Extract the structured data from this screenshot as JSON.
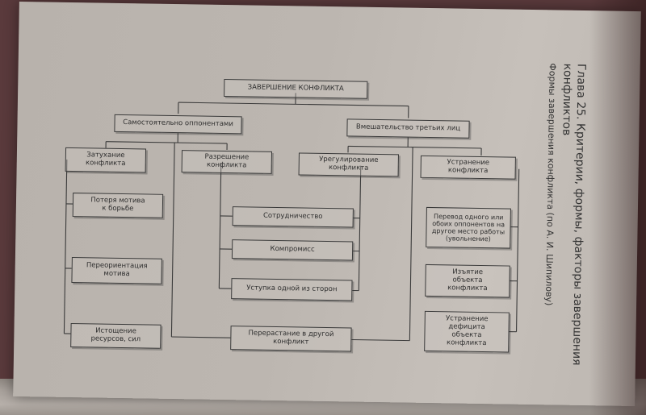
{
  "heading": {
    "title_line1": "Глава 25. Критерии, формы, факторы завершения",
    "title_line2": "конфликтов",
    "caption": "Формы завершения конфликта (по А. И. Шипилову)"
  },
  "diagram": {
    "root": "ЗАВЕРШЕНИЕ КОНФЛИКТА",
    "branch_self": "Самостоятельно оппонентами",
    "branch_third": "Вмешательство третьих лиц",
    "fading": "Затухание\nконфликта",
    "resolution": "Разрешение\nконфликта",
    "settlement": "Урегулирование\nконфликта",
    "elimination": "Устранение\nконфликта",
    "motive_loss": "Потеря мотива\nк борьбе",
    "reorientation": "Переориентация\nмотива",
    "exhaustion": "Истощение\nресурсов, сил",
    "cooperation": "Сотрудничество",
    "compromise": "Компромисс",
    "concession": "Уступка одной из сторон",
    "escalation": "Перерастание в другой\nконфликт",
    "transfer": "Перевод одного или\nобоих оппонентов на\nдругое место работы\n(увольнение)",
    "object_removal": "Изъятие\nобъекта\nконфликта",
    "deficit_removal": "Устранение\nдефицита\nобъекта\nконфликта"
  }
}
